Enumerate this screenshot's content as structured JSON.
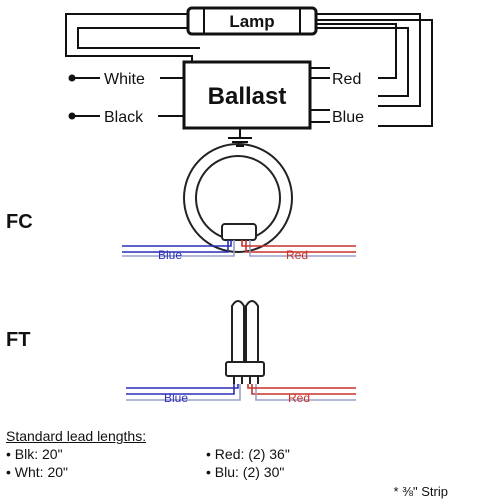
{
  "diagram": {
    "lamp_label": "Lamp",
    "ballast_label": "Ballast",
    "left_wires": [
      "White",
      "Black"
    ],
    "right_wires": [
      "Red",
      "Blue"
    ],
    "fc_label": "FC",
    "ft_label": "FT",
    "fc_wires": {
      "blue": "Blue",
      "red": "Red"
    },
    "ft_wires": {
      "blue": "Blue",
      "red": "Red"
    }
  },
  "colors": {
    "line": "#111111",
    "blue_wire": "#2a2fb8",
    "red_wire": "#c8322c",
    "wire_gray": "#9aa0c8"
  },
  "lead_lengths": {
    "title": "Standard lead lengths:",
    "items": [
      "• Blk: 20\"",
      "• Red: (2) 36\"",
      "• Wht: 20\"",
      "• Blu:  (2) 30\""
    ]
  },
  "note": "* ⅜\" Strip"
}
